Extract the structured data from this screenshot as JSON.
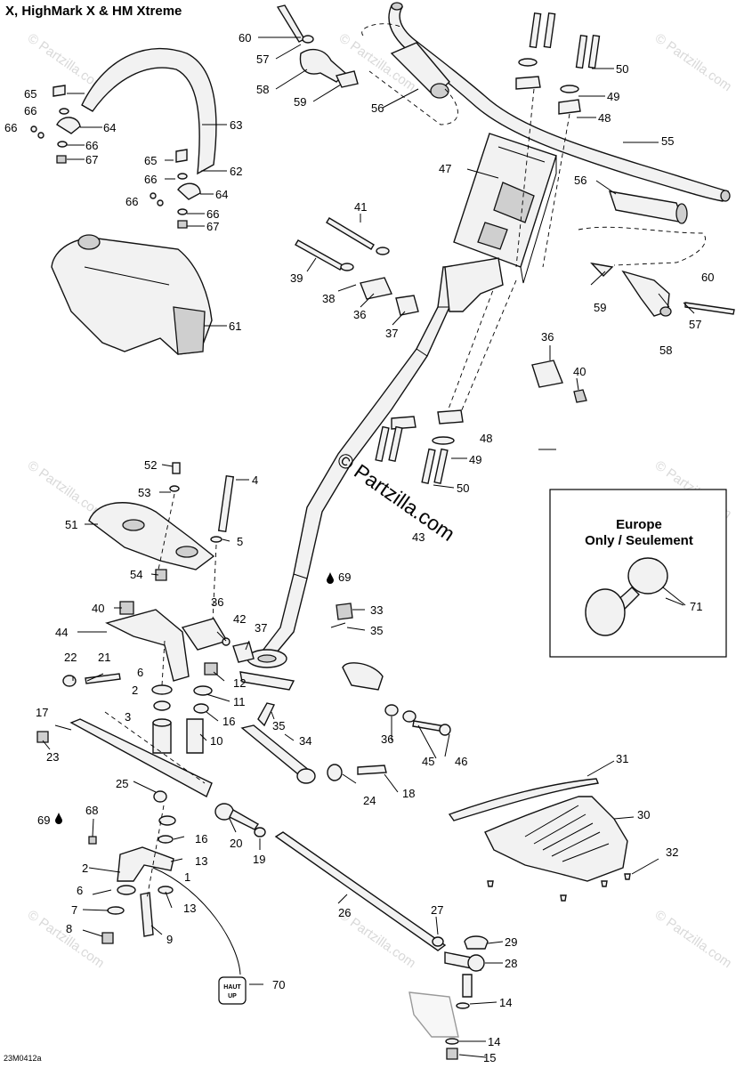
{
  "title": "X, HighMark X & HM Xtreme",
  "drawing_code": "23M0412a",
  "watermark": {
    "main": "© Partzilla.com",
    "tile": "© Partzilla.com"
  },
  "europe_box": {
    "line1": "Europe",
    "line2": "Only / Seulement",
    "callout": "71"
  },
  "haut_up": {
    "line1": "HAUT",
    "line2": "UP",
    "callout": "70"
  },
  "callouts": {
    "c1": "1",
    "c2a": "2",
    "c2b": "2",
    "c3": "3",
    "c4": "4",
    "c5": "5",
    "c6a": "6",
    "c6b": "6",
    "c7": "7",
    "c8": "8",
    "c9": "9",
    "c10": "10",
    "c11": "11",
    "c12": "12",
    "c13a": "13",
    "c13b": "13",
    "c14a": "14",
    "c14b": "14",
    "c15": "15",
    "c16a": "16",
    "c16b": "16",
    "c17": "17",
    "c18": "18",
    "c19": "19",
    "c20": "20",
    "c21": "21",
    "c22": "22",
    "c23": "23",
    "c24": "24",
    "c25": "25",
    "c26": "26",
    "c27": "27",
    "c28": "28",
    "c29": "29",
    "c30": "30",
    "c31": "31",
    "c32": "32",
    "c33": "33",
    "c34": "34",
    "c35a": "35",
    "c35b": "35",
    "c36a": "36",
    "c36b": "36",
    "c36c": "36",
    "c36d": "36",
    "c37a": "37",
    "c37b": "37",
    "c38": "38",
    "c39": "39",
    "c40a": "40",
    "c40b": "40",
    "c41": "41",
    "c42": "42",
    "c43": "43",
    "c44": "44",
    "c45": "45",
    "c46": "46",
    "c47": "47",
    "c48a": "48",
    "c48b": "48",
    "c49a": "49",
    "c49b": "49",
    "c50a": "50",
    "c50b": "50",
    "c51": "51",
    "c52": "52",
    "c53": "53",
    "c54": "54",
    "c55": "55",
    "c56a": "56",
    "c56b": "56",
    "c57a": "57",
    "c57b": "57",
    "c58a": "58",
    "c58b": "58",
    "c59a": "59",
    "c59b": "59",
    "c60a": "60",
    "c60b": "60",
    "c61": "61",
    "c62": "62",
    "c63": "63",
    "c64a": "64",
    "c64b": "64",
    "c65a": "65",
    "c65b": "65",
    "c66a": "66",
    "c66b": "66",
    "c66c": "66",
    "c66d": "66",
    "c66e": "66",
    "c66f": "66",
    "c67a": "67",
    "c67b": "67",
    "c68": "68",
    "c69a": "69",
    "c69b": "69"
  }
}
